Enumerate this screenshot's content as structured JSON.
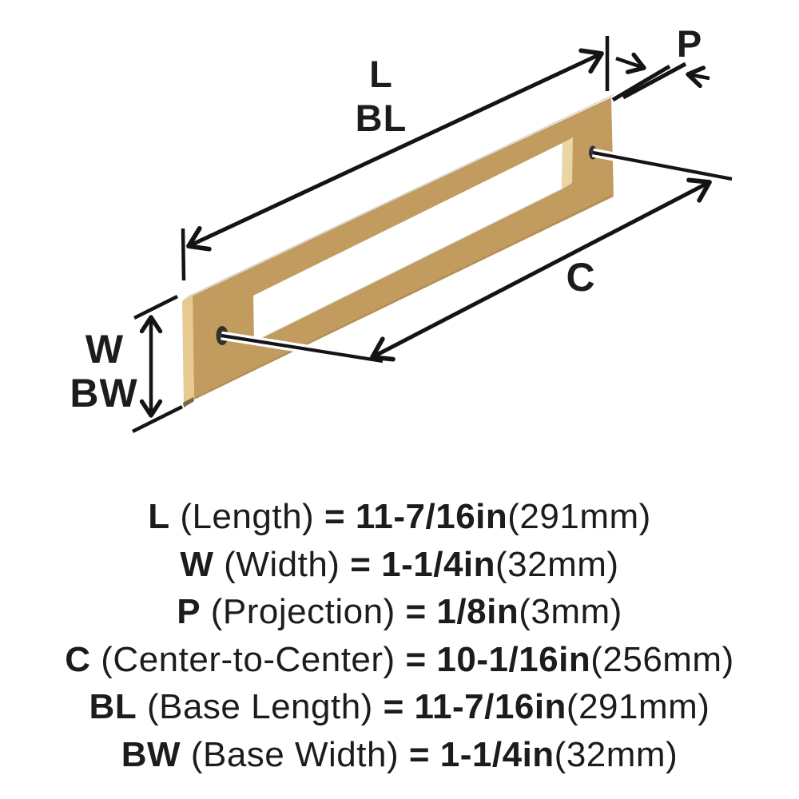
{
  "diagram": {
    "labels": {
      "length": "L",
      "base_length": "BL",
      "projection": "P",
      "center_to_center": "C",
      "width": "W",
      "base_width": "BW"
    }
  },
  "specs": [
    {
      "label": "L",
      "name": "(Length)",
      "eq": "=",
      "inches": "11-7/16in",
      "mm": "(291mm)"
    },
    {
      "label": "W",
      "name": "(Width)",
      "eq": "=",
      "inches": "1-1/4in",
      "mm": "(32mm)"
    },
    {
      "label": "P",
      "name": "(Projection)",
      "eq": "=",
      "inches": "1/8in",
      "mm": "(3mm)"
    },
    {
      "label": "C",
      "name": "(Center-to-Center)",
      "eq": "=",
      "inches": "10-1/16in",
      "mm": "(256mm)"
    },
    {
      "label": "BL",
      "name": "(Base Length)",
      "eq": "=",
      "inches": "11-7/16in",
      "mm": "(291mm)"
    },
    {
      "label": "BW",
      "name": "(Base Width)",
      "eq": "=",
      "inches": "1-1/4in",
      "mm": "(32mm)"
    }
  ],
  "colors": {
    "bg": "#ffffff",
    "text": "#1c1c1a",
    "line": "#141414",
    "gold": "#c29b5f",
    "gold-shadow": "#a8864e",
    "end-face": "#e6ca92",
    "end-shadow": "#7a6845",
    "inner-wall": "#e9d6a6",
    "edge-light": "#d9d6ce",
    "hole": "#33312a",
    "leader-casing": "#ffffff"
  }
}
